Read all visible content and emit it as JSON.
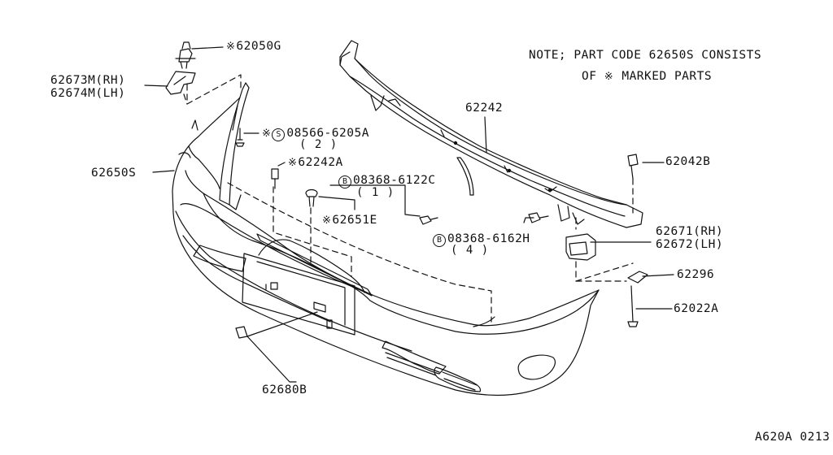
{
  "note": {
    "line1": "NOTE; PART CODE 62650S CONSISTS",
    "line2_prefix": "OF",
    "line2_suffix": "MARKED PARTS",
    "mark_symbol": "※"
  },
  "diagram_code": "A620A 0213",
  "parts": [
    {
      "id": "p62050G",
      "num": "62050G",
      "marked": true
    },
    {
      "id": "p62673M",
      "num": "62673M(RH)"
    },
    {
      "id": "p62674M",
      "num": "62674M(LH)"
    },
    {
      "id": "p08566",
      "num": "08566-6205A",
      "marked": true,
      "prefix": "S",
      "qty": "( 2 )"
    },
    {
      "id": "p62242A",
      "num": "62242A",
      "marked": true
    },
    {
      "id": "p62650S",
      "num": "62650S"
    },
    {
      "id": "p08368C",
      "num": "08368-6122C",
      "prefix": "B",
      "qty": "( 1 )"
    },
    {
      "id": "p62651E",
      "num": "62651E",
      "marked": true
    },
    {
      "id": "p62242",
      "num": "62242"
    },
    {
      "id": "p62042B",
      "num": "62042B"
    },
    {
      "id": "p08368H",
      "num": "08368-6162H",
      "prefix": "B",
      "qty": "( 4 )"
    },
    {
      "id": "p62671",
      "num": "62671(RH)"
    },
    {
      "id": "p62672",
      "num": "62672(LH)"
    },
    {
      "id": "p62296",
      "num": "62296"
    },
    {
      "id": "p62022A",
      "num": "62022A"
    },
    {
      "id": "p62680B",
      "num": "62680B"
    }
  ]
}
